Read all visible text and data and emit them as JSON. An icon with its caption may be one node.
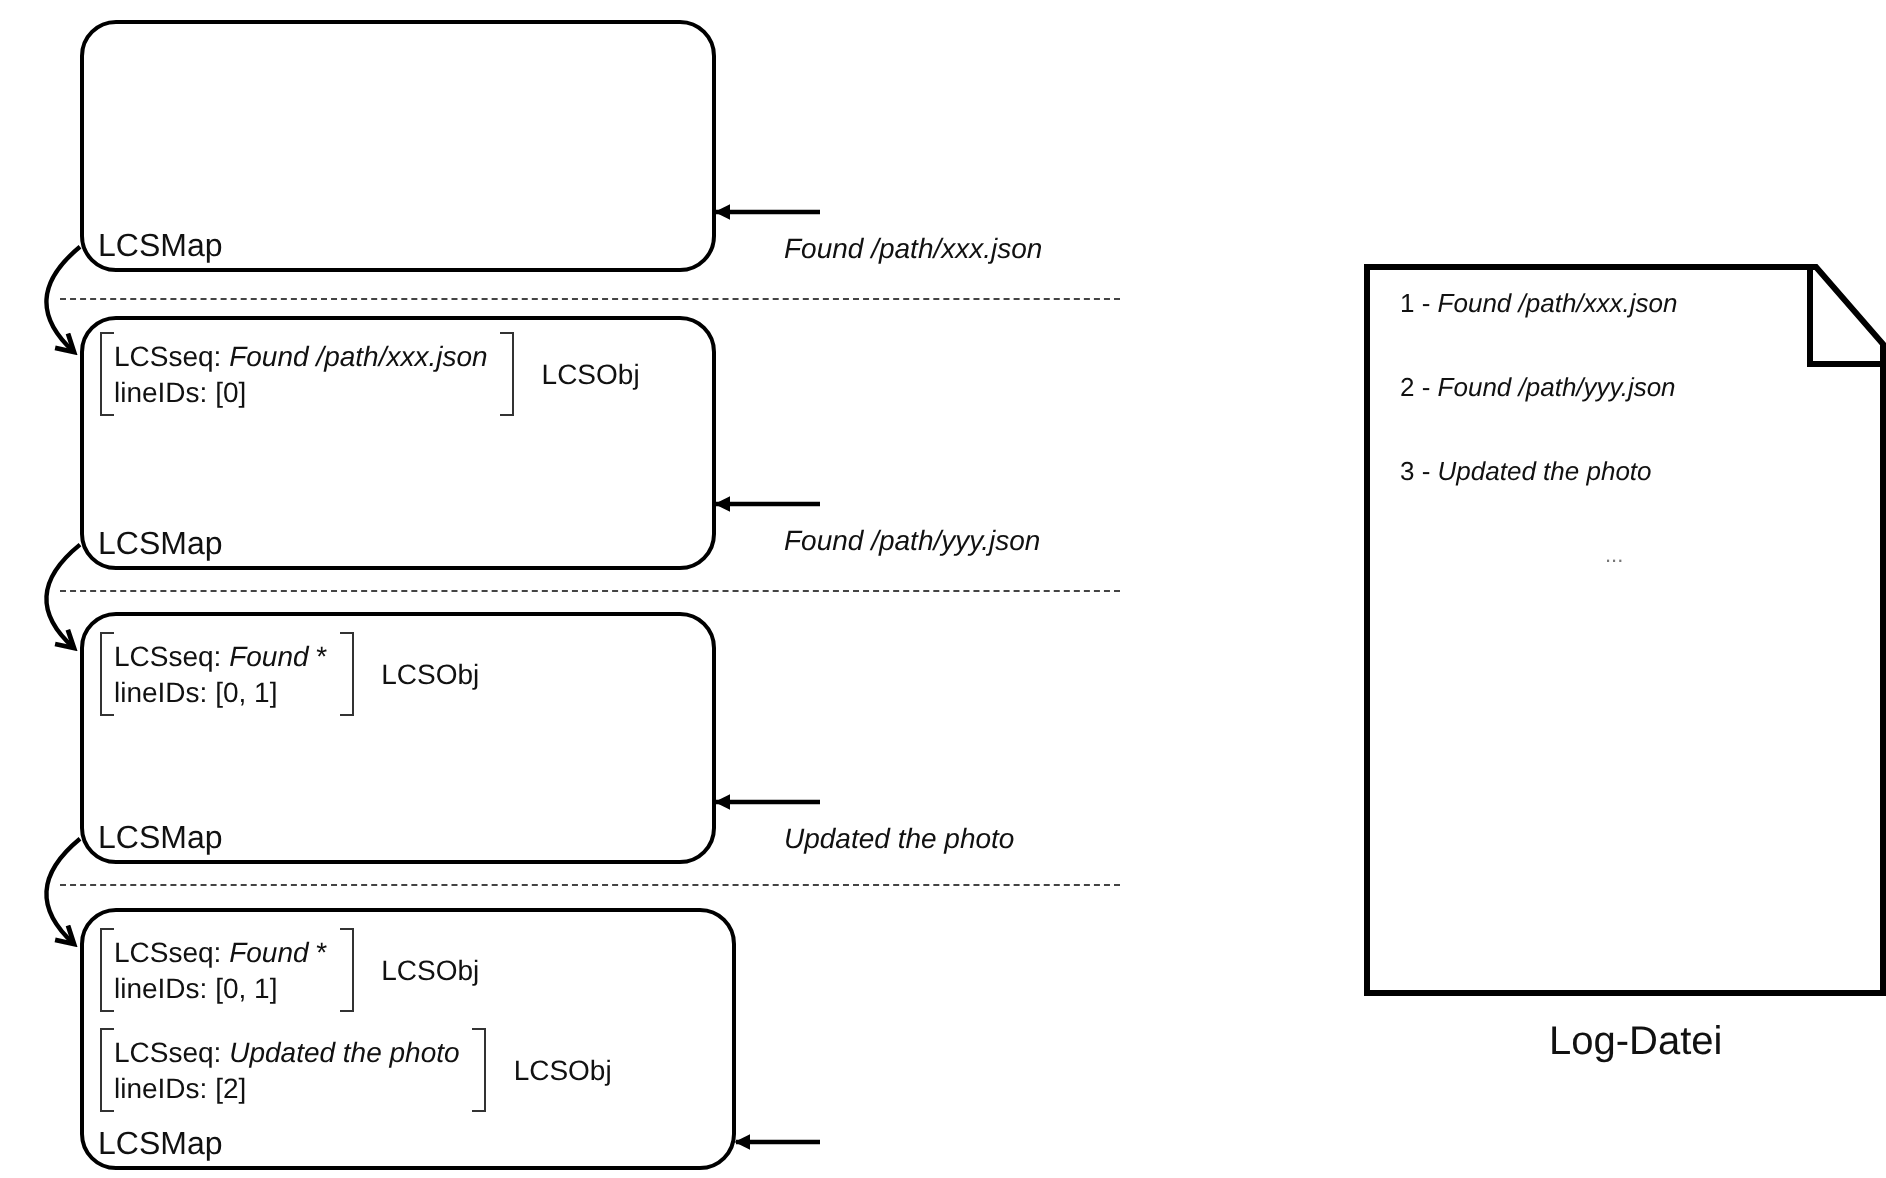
{
  "diagram": {
    "nodes": [
      {
        "text": [
          "LCSMap"
        ]
      },
      {
        "text": [
          "Found /path/xxx.json"
        ]
      },
      {
        "text": [
          "LCSMap"
        ]
      },
      {
        "text": [
          "LCSseq: *Found /path/xxx.json*",
          "lineIDs: [0]"
        ],
        "beside": [
          "LCSObj"
        ],
        "in": 2
      },
      {
        "text": [
          "Found /path/yyy.json"
        ]
      },
      {
        "text": [
          "LCSMap"
        ]
      },
      {
        "text": [
          "LCSseq: *Found* *",
          "lineIDs: [0, 1]"
        ],
        "beside": [
          "LCSObj"
        ],
        "in": 5
      },
      {
        "text": [
          "Updated the photo"
        ]
      },
      {
        "text": [
          "LCSMap"
        ]
      },
      {
        "text": [
          "LCSseq: *Found* *",
          "lineIDs: [0, 1]"
        ],
        "beside": [
          "LCSObj"
        ],
        "in": 8
      },
      {
        "text": [
          "LCSseq: *Updated the photo*",
          "lineIDs: [2]"
        ],
        "beside": [
          "LCSObj"
        ],
        "in": 8
      },
      {
        "text": [
          "1 - *Found /path/xxx.json*",
          "2 - *Found /path/yyy.json*",
          "3 - *Updated the photo*",
          "..."
        ],
        "beside": [
          "Log-Datei"
        ]
      }
    ],
    "edges": [
      {
        "from": 1,
        "to": 0,
        "arrow": "to"
      },
      {
        "from": 0,
        "to": 2,
        "arrow": "to"
      },
      {
        "from": 4,
        "to": 2,
        "arrow": "to"
      },
      {
        "from": 2,
        "to": 5,
        "arrow": "to"
      },
      {
        "from": 7,
        "to": 5,
        "arrow": "to"
      },
      {
        "from": 5,
        "to": 8,
        "arrow": "to"
      },
      {
        "from": null,
        "to": 8,
        "arrow": "to"
      }
    ]
  }
}
